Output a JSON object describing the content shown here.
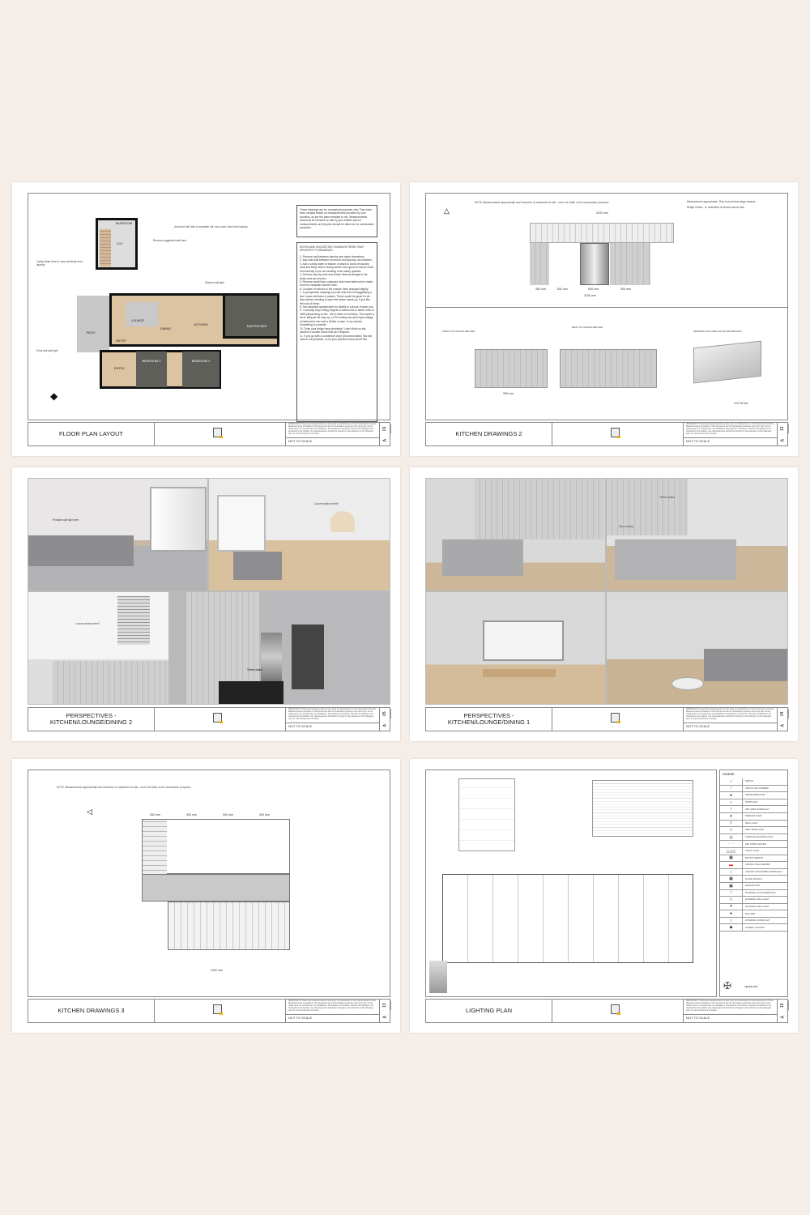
{
  "common": {
    "disclaimer": "IMPORTANT: Check all measurements on site prior to construction or commencement of work. Measurements provided on this document are for illustrative purposes only and may not be relied upon for construction or installation. All positions of furniture, fixtures and fittings to be checked by the builder. Any discrepancies should be brought to the attention of the designer prior to commencement of works.",
    "scale": "NOT TO SCALE",
    "sheet_prefix": "A"
  },
  "sheets": [
    {
      "title": "FLOOR PLAN LAYOUT",
      "number": "01"
    },
    {
      "title": "KITCHEN DRAWINGS 2",
      "number": "12"
    },
    {
      "title": "PERSPECTIVES - KITCHEN/LOUNGE/DINING 2",
      "number": "05"
    },
    {
      "title": "PERSPECTIVES - KITCHEN/LOUNGE/DINING 1",
      "number": "04"
    },
    {
      "title": "KITCHEN DRAWINGS 3",
      "number": "13"
    },
    {
      "title": "LIGHTING PLAN",
      "number": "19"
    }
  ],
  "floor_plan": {
    "rooms": [
      "MUDROOM",
      "LDY",
      "LOUNGE",
      "DINING",
      "KITCHEN",
      "MASTER BED",
      "PATIO",
      "ENTRY",
      "ENTRY",
      "BEDROOM 3",
      "BEDROOM 2"
    ],
    "annotations": [
      "Add stud wall here to separate out 'mud room' area from laundry",
      "Remove suggested wall here",
      "Cavity slider here to close off study from laundry",
      "Kitchen wall light",
      "Entry hall wall light"
    ],
    "intro_note": "These drawings are for conceptual purposes only. They have been created based on measurements provided by your architect, as per the plans emailed to me. Measurements should all be checked on site by your builder and no measurements on this plan should be relied on for construction purposes.",
    "notes_heading": "NOTES AND SUGGESTED CHANGES FROM YOUR ARCHITECT'S DRAWINGS:",
    "notes": [
      "1. Remove wall between laundry and stairs downstairs.",
      "2. Add stub wall between mudroom and laundry, as indicated.",
      "3. Add a cavity slider at bottom of stairs to close off laundry area and keep heat in during winter. Also good to reduce noise from laundry if you are working in the study upstairs.",
      "4. Remove laundry sink and create internal storage in the study area (as shown).",
      "5. Remove small linen cupboard near main bathroom to make room for separate shower/ bath.",
      "6. Location of fixtures in the ensuite have changed slightly.",
      "7. In perspective drawings you will note that I'm suggesting a few Louvre windows in places. These would be great for air flow without needing to open the whole house up, if you like the look of these.",
      "8. See attached spreadsheet for details of colours, fixtures etc.",
      "9. I normally drop ceiling heights in bathrooms to about 2400 to 2500 (depending on tile - tile to finish on full tiles). This saves a bit on tiling all the way up a 2700 ceiling and also high ceilings in bathrooms can look a bit like a cave, in my opinion. Something to consider.",
      "10. Does your fridge have plumbing? I don't think so but wanted to double check that isn't required.",
      "11. If you go with a condenser dryer (recommended), this will need to be plumbed, so let your plumber know about this."
    ]
  },
  "kitchen2": {
    "note": "NOTE: Measurements approximate and should be re-measured on site - not to be relied on for construction purposes",
    "callout_1": "Measurement approximate. Tiles to just below large window",
    "callout_2": "Height of tiles - to underside of window above sink",
    "dims": [
      "3100 mm",
      "450 mm",
      "600 mm",
      "600 mm",
      "900 mm",
      "3100 mm",
      "900 mm"
    ],
    "section_labels": [
      "FRONT OF ISLAND RETURN",
      "BACK OF ISLAND RETURN",
      "PERSPECTIVE VIEW OF ISLAND RETURN"
    ],
    "led_note": "LED DETAIL"
  },
  "persp2": {
    "annotations": [
      "Louvre window here?",
      "Pendant wall light here",
      "Louvre window here?",
      "Timber island"
    ]
  },
  "persp1": {
    "annotations": [
      "Timber island",
      "Gas cooktop"
    ]
  },
  "kitchen3": {
    "note": "NOTE: Measurements approximate and should be re-measured on site - not to be relied on for construction purposes",
    "dims": [
      "450 mm",
      "900 mm",
      "900 mm",
      "900 mm",
      "3100 mm"
    ]
  },
  "lighting": {
    "legend_title": "LEGEND",
    "legend": [
      {
        "symbol": "♂",
        "label": "SWITCH"
      },
      {
        "symbol": "♂",
        "label": "SWITCH WITH DIMMER"
      },
      {
        "symbol": "●",
        "label": "SMOKE DETECTOR"
      },
      {
        "symbol": "○",
        "label": "DOWNLIGHT"
      },
      {
        "symbol": "○",
        "label": "WET AREA DOWNLIGHT"
      },
      {
        "symbol": "✦",
        "label": "PENDANT LIGHT"
      },
      {
        "symbol": "□",
        "label": "WALL LIGHT"
      },
      {
        "symbol": "□",
        "label": "WALL WASH LIGHT"
      },
      {
        "symbol": "◎",
        "label": "SURFACE MOUNTED LIGHT"
      },
      {
        "symbol": "- - -",
        "label": "LED STRIP LIGHTING"
      },
      {
        "symbol": "△△△",
        "label": "TRACK LIGHT"
      },
      {
        "symbol": "▣",
        "label": "MOTION SENSOR"
      },
      {
        "symbol": "▬",
        "label": "CEILING / WALL HEATER"
      },
      {
        "symbol": "○",
        "label": "ANGLED / ADJUSTABLE DOWNLIGHT"
      },
      {
        "symbol": "▣",
        "label": "FLOOR UPLIGHT"
      },
      {
        "symbol": "▣",
        "label": "EXHAUST FAN"
      },
      {
        "symbol": "○",
        "label": "4W SPIRAL GU10 DOWNLIGHT"
      },
      {
        "symbol": "□",
        "label": "EXTERNAL WALL LIGHT"
      },
      {
        "symbol": "✦",
        "label": "4W SPIRAL WALL LIGHT"
      },
      {
        "symbol": "●",
        "label": "BOLLARD"
      },
      {
        "symbol": "○",
        "label": "EXTERNAL DOWNLIGHT"
      },
      {
        "symbol": "◆",
        "label": "JOINERY LIGHTING"
      }
    ],
    "ceiling_fan": "CEILING FAN"
  }
}
